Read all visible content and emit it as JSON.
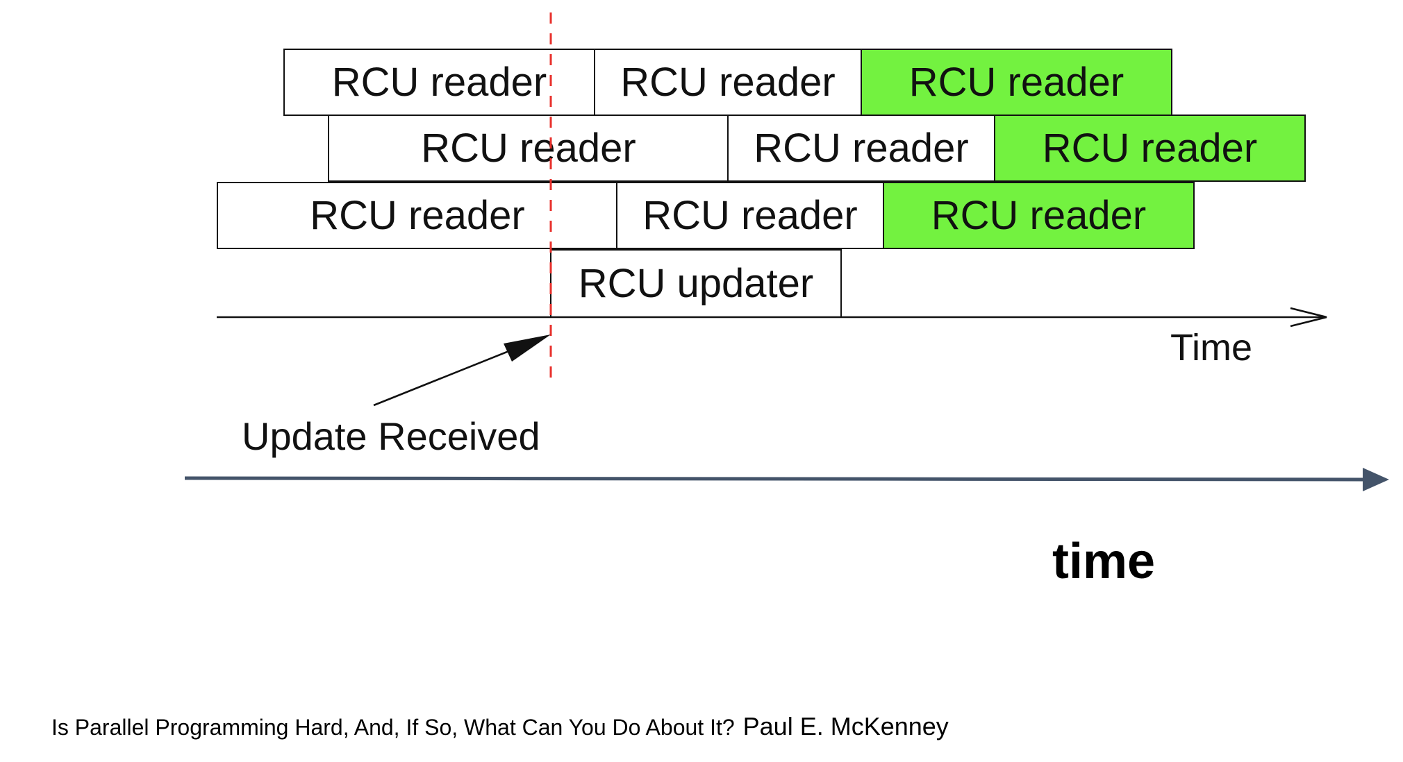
{
  "diagram": {
    "rows": [
      {
        "blocks": [
          {
            "label": "RCU reader",
            "kind": "reader",
            "highlight": false
          },
          {
            "label": "RCU reader",
            "kind": "reader",
            "highlight": false
          },
          {
            "label": "RCU reader",
            "kind": "reader",
            "highlight": true
          }
        ]
      },
      {
        "blocks": [
          {
            "label": "RCU reader",
            "kind": "reader",
            "highlight": false
          },
          {
            "label": "RCU reader",
            "kind": "reader",
            "highlight": false
          },
          {
            "label": "RCU reader",
            "kind": "reader",
            "highlight": true
          }
        ]
      },
      {
        "blocks": [
          {
            "label": "RCU reader",
            "kind": "reader",
            "highlight": false
          },
          {
            "label": "RCU reader",
            "kind": "reader",
            "highlight": false
          },
          {
            "label": "RCU reader",
            "kind": "reader",
            "highlight": true
          }
        ]
      },
      {
        "blocks": [
          {
            "label": "RCU updater",
            "kind": "updater",
            "highlight": false
          }
        ]
      }
    ],
    "time_axis_label": "Time",
    "update_marker_label": "Update Received",
    "outer_axis_label": "time",
    "colors": {
      "highlight_fill": "#73f240",
      "marker_line": "#e8302c",
      "outer_axis": "#44546a",
      "stroke": "#111111"
    }
  },
  "citation": {
    "title": "Is Parallel Programming  Hard, And, If So, What Can You Do About  It?",
    "author": "Paul E. McKenney"
  }
}
